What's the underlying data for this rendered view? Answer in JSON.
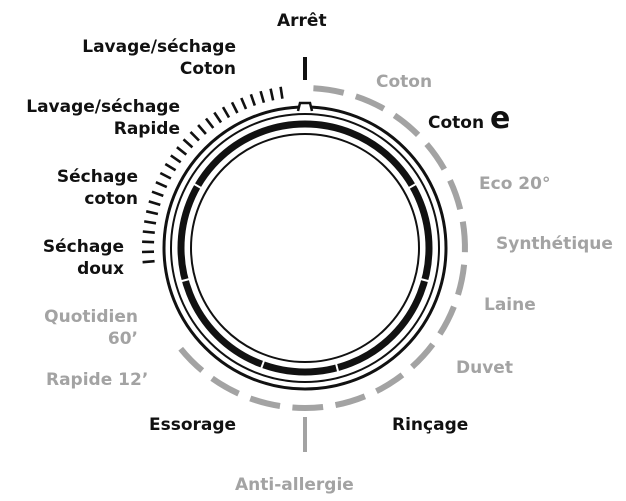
{
  "dial": {
    "stop": "Arrêt",
    "washer_programs": [
      {
        "key": "coton",
        "label": "Coton"
      },
      {
        "key": "coton_e",
        "label": "Coton",
        "suffix": "e"
      },
      {
        "key": "eco20",
        "label": "Eco 20°"
      },
      {
        "key": "synthetique",
        "label": "Synthétique"
      },
      {
        "key": "laine",
        "label": "Laine"
      },
      {
        "key": "duvet",
        "label": "Duvet"
      },
      {
        "key": "rincage",
        "label": "Rinçage"
      },
      {
        "key": "anti_allergie",
        "label": "Anti-allergie"
      },
      {
        "key": "essorage",
        "label": "Essorage"
      },
      {
        "key": "rapide12",
        "label": "Rapide 12’"
      },
      {
        "key": "quotidien60",
        "label_line1": "Quotidien",
        "label_line2": "60’"
      }
    ],
    "dryer_programs": [
      {
        "key": "sechage_doux",
        "label_line1": "Séchage",
        "label_line2": "doux"
      },
      {
        "key": "sechage_coton",
        "label_line1": "Séchage",
        "label_line2": "coton"
      },
      {
        "key": "lavage_sechage_rapide",
        "label_line1": "Lavage/séchage",
        "label_line2": "Rapide"
      },
      {
        "key": "lavage_sechage_coton",
        "label_line1": "Lavage/séchage",
        "label_line2": "Coton"
      }
    ]
  },
  "colors": {
    "dark": "#111111",
    "grey": "#a3a3a3"
  }
}
